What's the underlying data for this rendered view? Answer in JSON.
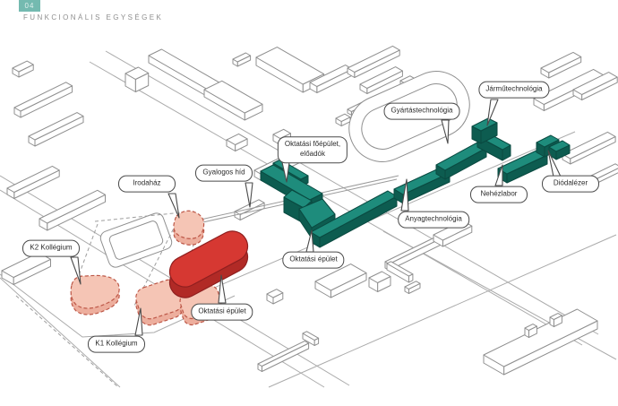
{
  "header": {
    "page_number": "04",
    "title": "FUNKCIONÁLIS EGYSÉGEK"
  },
  "colors": {
    "teal_top": "#1E8C7C",
    "teal_side": "#0D5C50",
    "teal_stroke": "#0A4A41",
    "red_top": "#D63832",
    "red_side": "#B12A26",
    "red_stroke": "#8F1F1F",
    "pink_top": "#F5C5B5",
    "pink_side": "#EDAE9D",
    "pink_stroke": "#BD5848",
    "chip_bg": "#74BAB0",
    "map_outline": "#8F8F8F",
    "road": "#ABABAB",
    "label_border": "#4A4A4A",
    "label_text": "#2B2B2B"
  },
  "callouts": [
    {
      "id": "jarmutechnologia",
      "label": "Járműtechnológia"
    },
    {
      "id": "gyartastechnologia",
      "label": "Gyártástechnológia"
    },
    {
      "id": "oktatasi-foepulet",
      "label": "Oktatási főépület,\nelőadók"
    },
    {
      "id": "gyalogos-hid",
      "label": "Gyalogos híd"
    },
    {
      "id": "irodahaz",
      "label": "Irodaház"
    },
    {
      "id": "k2-kollegium",
      "label": "K2 Kollégium"
    },
    {
      "id": "oktatasi-epulet-campus",
      "label": "Oktatási épület"
    },
    {
      "id": "anyagtechnologia",
      "label": "Anyagtechnológia"
    },
    {
      "id": "nehezlabor",
      "label": "Nehézlabor"
    },
    {
      "id": "diodalezer",
      "label": "Diódalézer"
    },
    {
      "id": "oktatasi-epulet-kiemelt",
      "label": "Oktatási épület"
    },
    {
      "id": "k1-kollegium",
      "label": "K1 Kollégium"
    }
  ]
}
